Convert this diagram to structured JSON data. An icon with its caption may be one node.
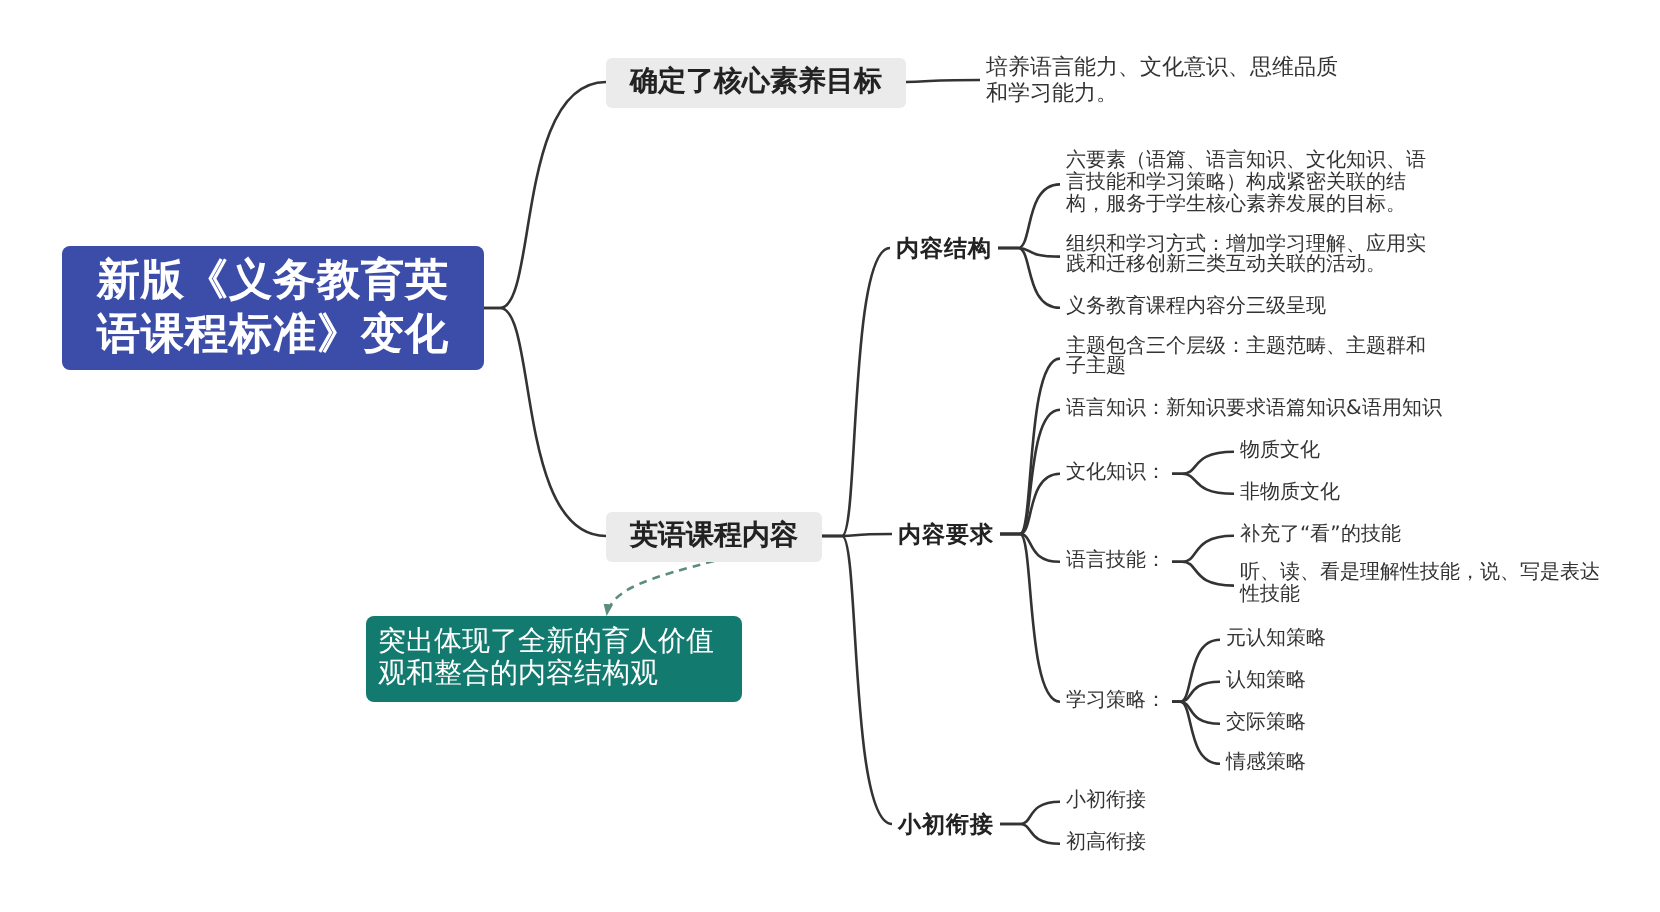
{
  "diagram": {
    "nodes": [
      {
        "text": [
          "新版《义务教育英语课程标准》变化"
        ]
      },
      {
        "text": [
          "确定了核心素养目标"
        ]
      },
      {
        "text": [
          "培养语言能力、文化意识、思维品质和学习能力。"
        ]
      },
      {
        "text": [
          "英语课程内容"
        ]
      },
      {
        "text": [
          "突出体现了全新的育人价值观和整合的内容结构观"
        ]
      },
      {
        "text": [
          "内容结构"
        ]
      },
      {
        "text": [
          "六要素（语篇、语言知识、文化知识、语言技能和学习策略）构成紧密关联的结构，服务于学生核心素养发展的目标。"
        ]
      },
      {
        "text": [
          "组织和学习方式：增加学习理解、应用实践和迁移创新三类互动关联的活动。"
        ]
      },
      {
        "text": [
          "义务教育课程内容分三级呈现"
        ]
      },
      {
        "text": [
          "内容要求"
        ]
      },
      {
        "text": [
          "主题包含三个层级：主题范畴、主题群和子主题"
        ]
      },
      {
        "text": [
          "语言知识：新知识要求语篇知识&语用知识"
        ]
      },
      {
        "text": [
          "文化知识："
        ]
      },
      {
        "text": [
          "物质文化"
        ]
      },
      {
        "text": [
          "非物质文化"
        ]
      },
      {
        "text": [
          "语言技能："
        ]
      },
      {
        "text": [
          "补充了“看”的技能"
        ]
      },
      {
        "text": [
          "听、读、看是理解性技能，说、写是表达性技能"
        ]
      },
      {
        "text": [
          "学习策略："
        ]
      },
      {
        "text": [
          "元认知策略"
        ]
      },
      {
        "text": [
          "认知策略"
        ]
      },
      {
        "text": [
          "交际策略"
        ]
      },
      {
        "text": [
          "情感策略"
        ]
      },
      {
        "text": [
          "小初衔接"
        ]
      },
      {
        "text": [
          "小初衔接"
        ]
      },
      {
        "text": [
          "初高衔接"
        ]
      }
    ],
    "edges": [
      {
        "from": 0,
        "to": 1,
        "arrow": "none"
      },
      {
        "from": 0,
        "to": 3,
        "arrow": "none"
      },
      {
        "from": 1,
        "to": 2,
        "arrow": "none"
      },
      {
        "from": 3,
        "to": 4,
        "arrow": "to",
        "style": "dashed",
        "color": "#5b8c80"
      },
      {
        "from": 3,
        "to": 5,
        "arrow": "none"
      },
      {
        "from": 3,
        "to": 9,
        "arrow": "none"
      },
      {
        "from": 3,
        "to": 23,
        "arrow": "none"
      },
      {
        "from": 5,
        "to": 6,
        "arrow": "none"
      },
      {
        "from": 5,
        "to": 7,
        "arrow": "none"
      },
      {
        "from": 5,
        "to": 8,
        "arrow": "none"
      },
      {
        "from": 9,
        "to": 10,
        "arrow": "none"
      },
      {
        "from": 9,
        "to": 11,
        "arrow": "none"
      },
      {
        "from": 9,
        "to": 12,
        "arrow": "none"
      },
      {
        "from": 9,
        "to": 15,
        "arrow": "none"
      },
      {
        "from": 9,
        "to": 18,
        "arrow": "none"
      },
      {
        "from": 12,
        "to": 13,
        "arrow": "none"
      },
      {
        "from": 12,
        "to": 14,
        "arrow": "none"
      },
      {
        "from": 15,
        "to": 16,
        "arrow": "none"
      },
      {
        "from": 15,
        "to": 17,
        "arrow": "none"
      },
      {
        "from": 18,
        "to": 19,
        "arrow": "none"
      },
      {
        "from": 18,
        "to": 20,
        "arrow": "none"
      },
      {
        "from": 18,
        "to": 21,
        "arrow": "none"
      },
      {
        "from": 18,
        "to": 22,
        "arrow": "none"
      },
      {
        "from": 23,
        "to": 24,
        "arrow": "none"
      },
      {
        "from": 23,
        "to": 25,
        "arrow": "none"
      }
    ]
  }
}
